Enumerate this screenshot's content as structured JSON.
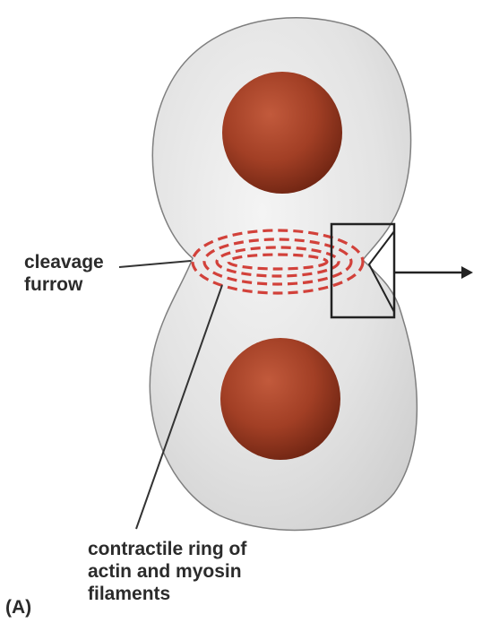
{
  "figure": {
    "panel_label": "(A)",
    "cleavage_furrow_label": [
      "cleavage",
      "furrow"
    ],
    "contractile_ring_label": [
      "contractile ring of",
      "actin and myosin",
      "filaments"
    ]
  },
  "colors": {
    "cell_fill": "#e2e2e2",
    "cell_outline": "#7f7f7f",
    "nucleus": "#9a3a22",
    "ring_filaments": "#d2413a",
    "line_art": "#222222"
  },
  "icons": {
    "arrow": "right-arrow-icon"
  }
}
